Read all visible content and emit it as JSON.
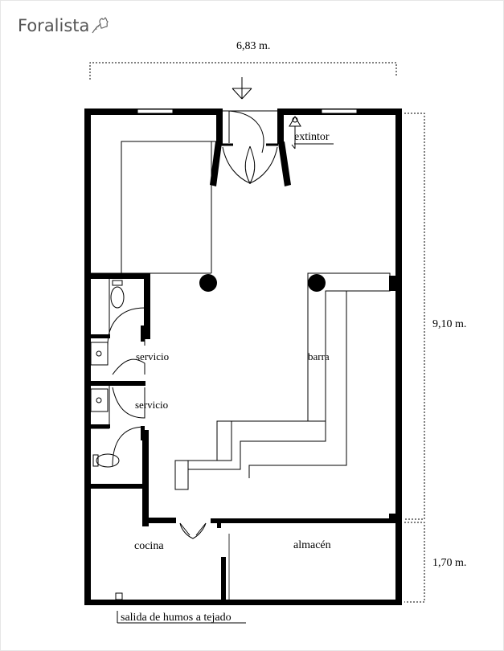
{
  "brand": {
    "name": "Foralista",
    "logo_icon": "oak-leaf-icon"
  },
  "dimensions": {
    "width": "6,83 m.",
    "height_main": "9,10 m.",
    "height_lower": "1,70 m."
  },
  "rooms": {
    "servicio_1": "servicio",
    "servicio_2": "servicio",
    "barra": "barra",
    "cocina": "cocina",
    "almacen": "almacén"
  },
  "annotations": {
    "extintor": "extintor",
    "salida_humos": "salida de humos a tejado"
  },
  "icons": [
    "entrance-arrow-icon",
    "fire-extinguisher-icon",
    "toilet-icon",
    "sink-icon",
    "column-icon"
  ]
}
